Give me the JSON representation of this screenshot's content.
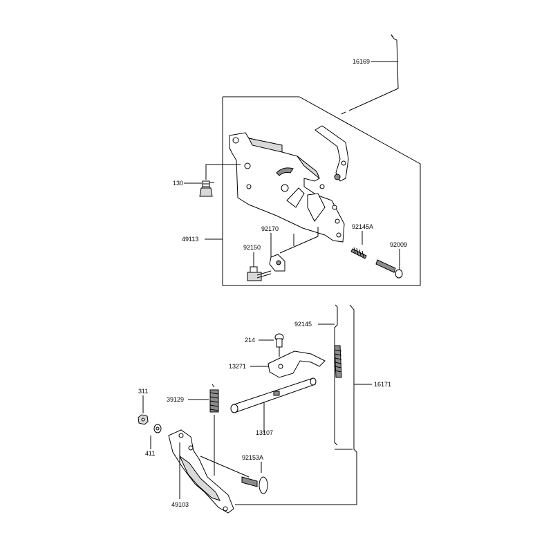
{
  "labels": {
    "p16169": "16169",
    "p130": "130",
    "p49113": "49113",
    "p92170": "92170",
    "p92150": "92150",
    "p92145A": "92145A",
    "p92009": "92009",
    "p92145": "92145",
    "p214": "214",
    "p13271": "13271",
    "p16171": "16171",
    "p311": "311",
    "p39129": "39129",
    "p13107": "13107",
    "p411": "411",
    "p92153A": "92153A",
    "p49103": "49103"
  }
}
